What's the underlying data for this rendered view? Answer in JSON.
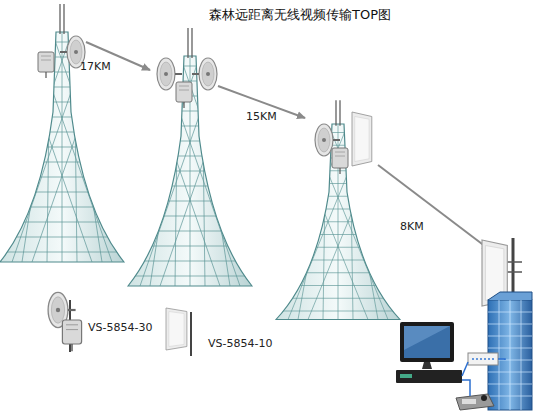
{
  "diagram": {
    "title": "森林远距离无线视频传输TOP图",
    "labels": [
      "17KM",
      "15KM",
      "8KM",
      "VS-5854-30",
      "VS-5854-10"
    ]
  }
}
